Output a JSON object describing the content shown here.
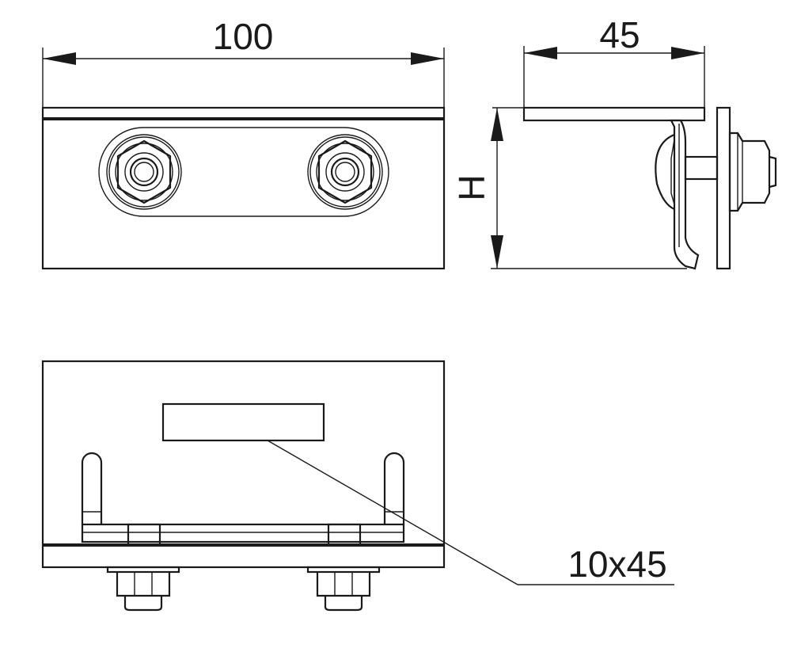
{
  "drawing": {
    "dimensions": {
      "width_label": "100",
      "depth_label": "45",
      "height_label": "H",
      "slot_label": "10x45"
    }
  }
}
